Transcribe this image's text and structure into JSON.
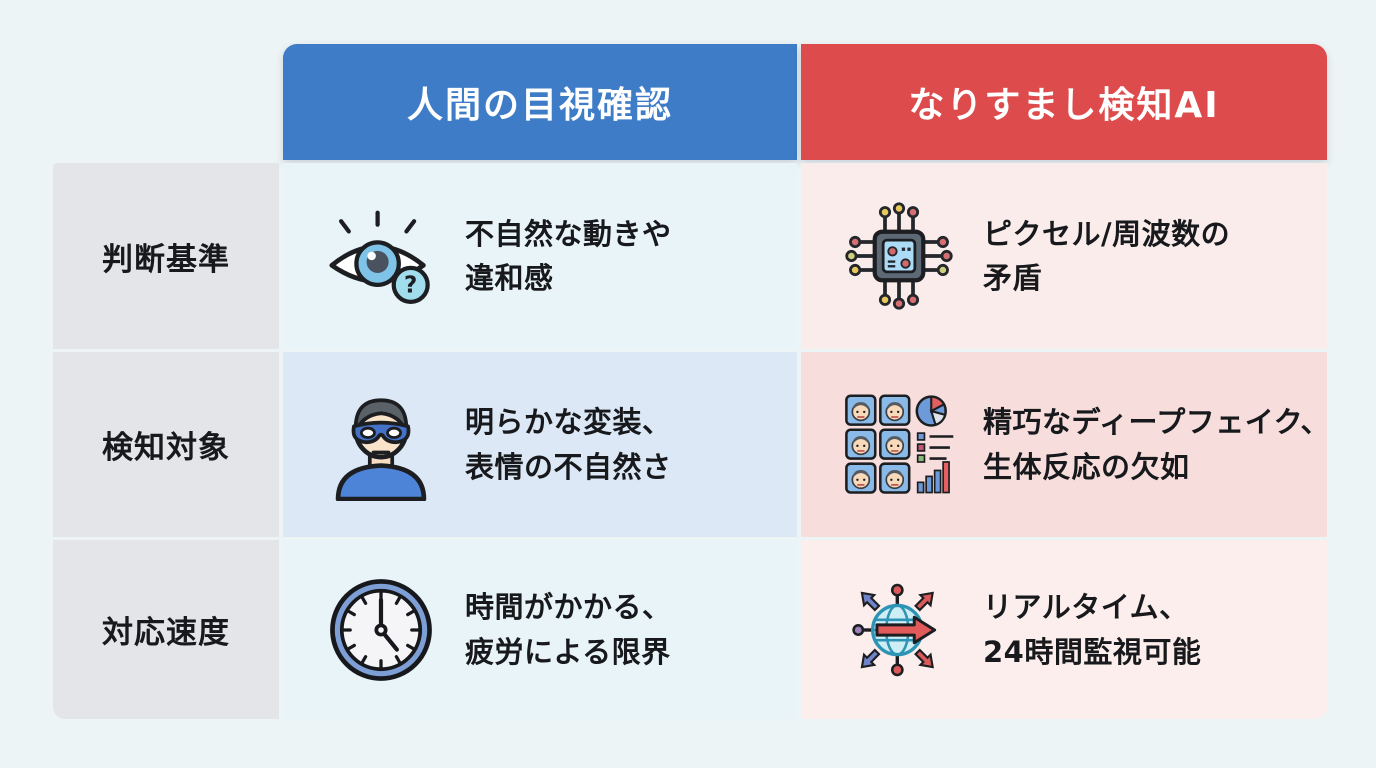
{
  "colors": {
    "background": "#edf4f5",
    "header_human": "#3e7cc7",
    "header_ai": "#dd4b4c",
    "row_label_bg": "#e3e5e9",
    "human_cell_light": "#e9f4f8",
    "human_cell_mid": "#dce8f5",
    "ai_cell_light": "#faeceb",
    "ai_cell_mid": "#f7dedd",
    "text": "#17191c"
  },
  "table": {
    "columns": [
      {
        "id": "human",
        "label": "人間の目視確認"
      },
      {
        "id": "ai",
        "label": "なりすまし検知AI"
      }
    ],
    "rows": [
      {
        "label": "判断基準",
        "human": {
          "icon": "eye-question-icon",
          "lines": [
            "不自然な動きや",
            "違和感"
          ]
        },
        "ai": {
          "icon": "circuit-chip-icon",
          "lines": [
            "ピクセル/周波数の",
            "矛盾"
          ]
        }
      },
      {
        "label": "検知対象",
        "human": {
          "icon": "masked-person-icon",
          "lines": [
            "明らかな変装、",
            "表情の不自然さ"
          ]
        },
        "ai": {
          "icon": "face-grid-analytics-icon",
          "lines": [
            "精巧なディープフェイク、",
            "生体反応の欠如"
          ]
        }
      },
      {
        "label": "対応速度",
        "human": {
          "icon": "clock-icon",
          "lines": [
            "時間がかかる、",
            "疲労による限界"
          ]
        },
        "ai": {
          "icon": "globe-network-icon",
          "lines": [
            "リアルタイム、",
            "24時間監視可能"
          ]
        }
      }
    ]
  }
}
